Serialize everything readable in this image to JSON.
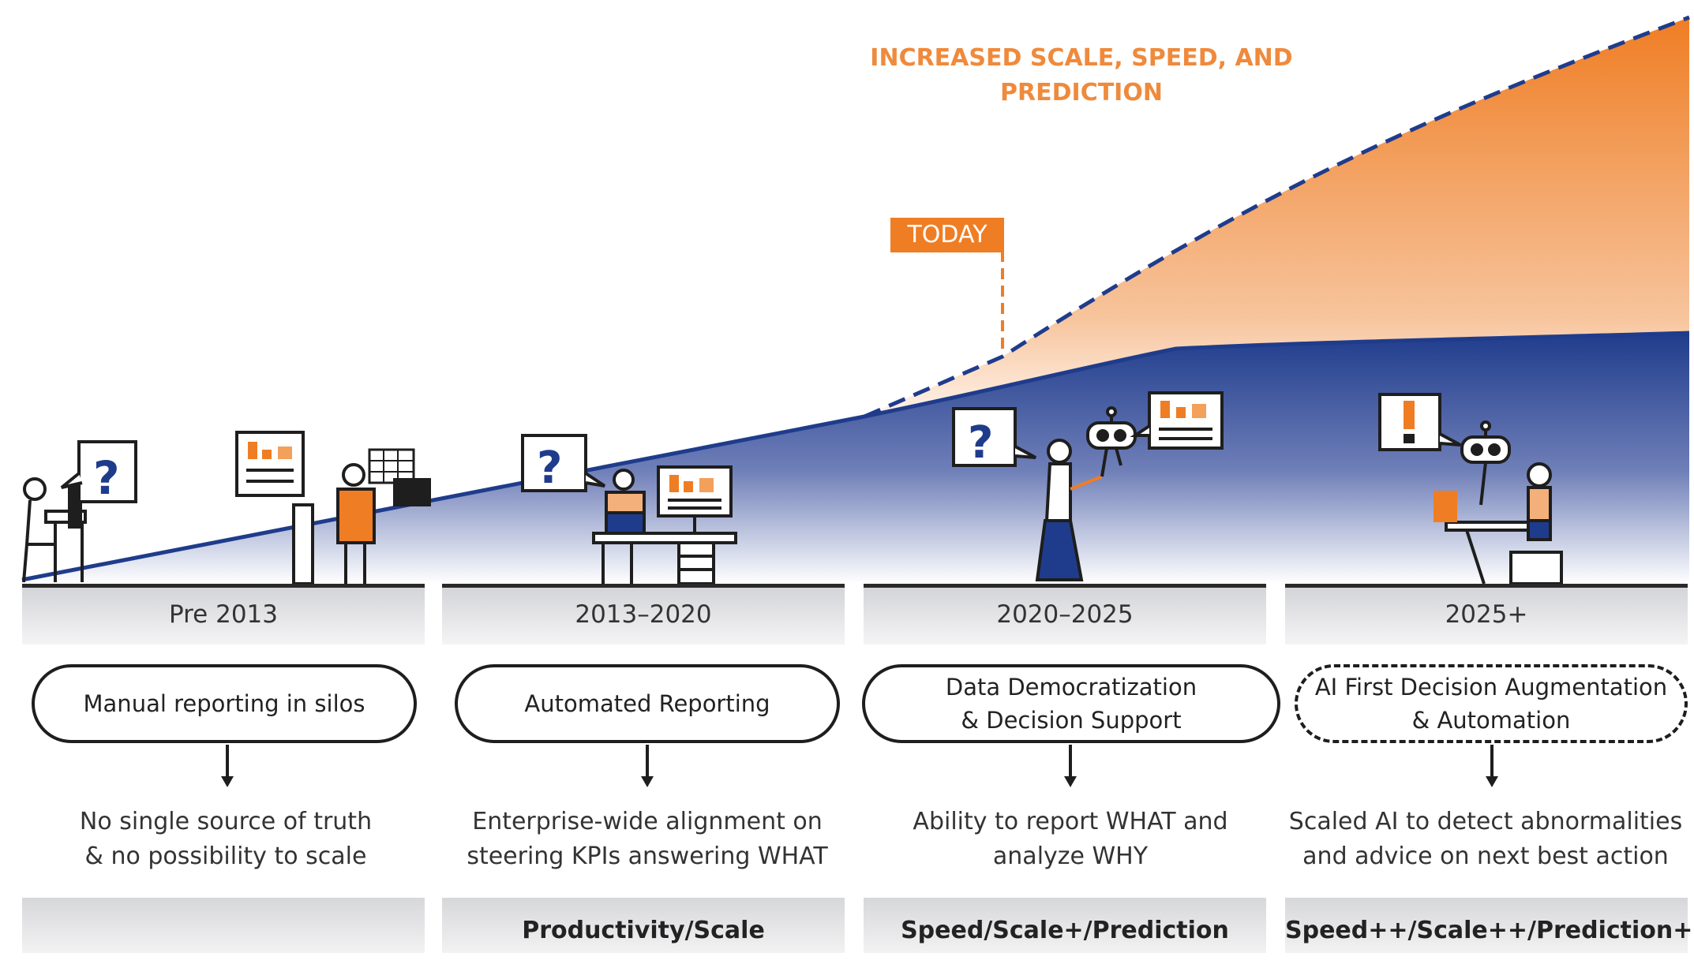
{
  "headline": {
    "line1": "INCREASED SCALE, SPEED, AND",
    "line2": "PREDICTION"
  },
  "marker": {
    "label": "TODAY"
  },
  "colors": {
    "accent": "#ef7d24",
    "navy": "#1f3c8c",
    "ink": "#1e1e1e"
  },
  "stages": [
    {
      "era": "Pre 2013",
      "capability": [
        "Manual reporting in silos"
      ],
      "outcome": [
        "No single source of truth",
        "& no possibility to scale"
      ],
      "benefit": "",
      "pill_style": "solid"
    },
    {
      "era": "2013–2020",
      "capability": [
        "Automated Reporting"
      ],
      "outcome": [
        "Enterprise-wide alignment on",
        "steering KPIs answering WHAT"
      ],
      "benefit": "Productivity/Scale",
      "pill_style": "solid"
    },
    {
      "era": "2020–2025",
      "capability": [
        "Data Democratization",
        "& Decision Support"
      ],
      "outcome": [
        "Ability to report WHAT and",
        "analyze WHY"
      ],
      "benefit": "Speed/Scale+/Prediction",
      "pill_style": "solid"
    },
    {
      "era": "2025+",
      "capability": [
        "AI First Decision Augmentation",
        "& Automation"
      ],
      "outcome": [
        "Scaled AI to detect abnormalities",
        "and advice on next best action"
      ],
      "benefit": "Speed++/Scale++/Prediction++",
      "pill_style": "dashed"
    }
  ]
}
